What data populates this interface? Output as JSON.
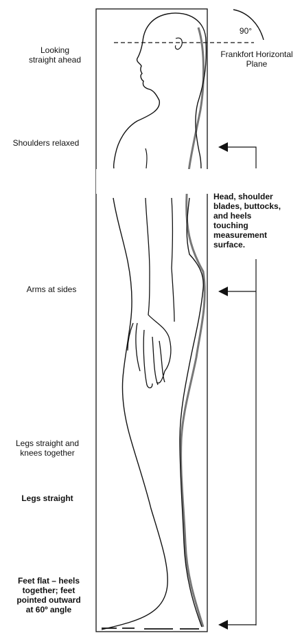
{
  "labels": {
    "looking": "Looking\nstraight ahead",
    "shoulders": "Shoulders relaxed",
    "arms": "Arms at sides",
    "legs_knees": "Legs straight and\nknees together",
    "legs_straight": "Legs straight",
    "feet": "Feet flat – heels\ntogether; feet\npointed outward\nat 60º angle",
    "angle": "90°",
    "plane": "Frankfort Horizontal\nPlane",
    "note": "Head, shoulder\nblades, buttocks,\nand heels\ntouching\nmeasurement\nsurface."
  },
  "colors": {
    "line": "#111111",
    "board_shadow": "#7a7a7a",
    "paper": "#ffffff"
  }
}
